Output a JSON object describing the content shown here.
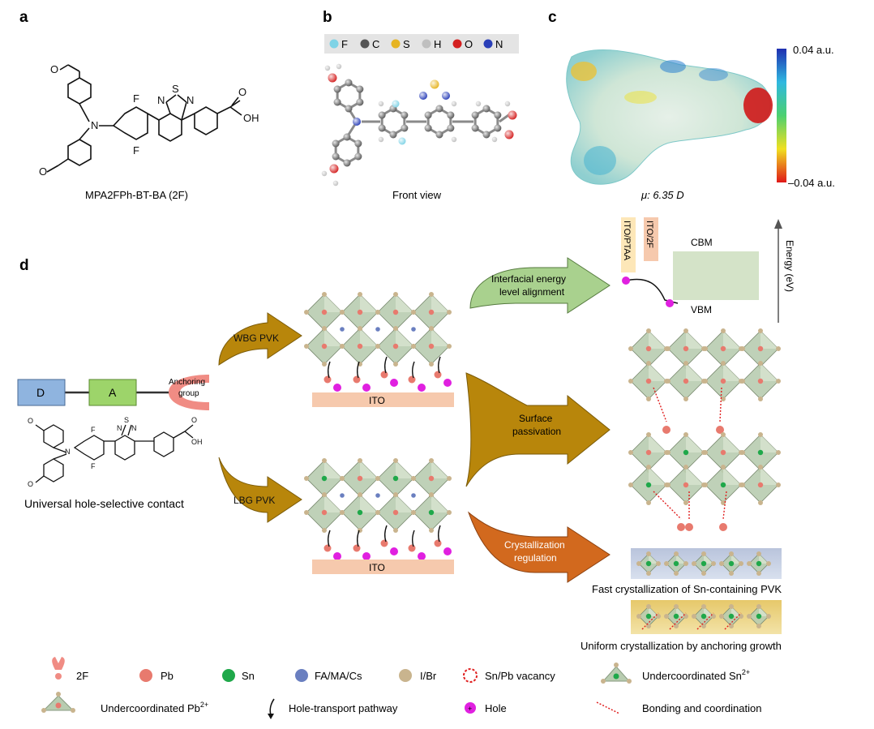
{
  "panels": {
    "a": {
      "letter": "a",
      "molecule_name": "MPA2FPh-BT-BA (2F)",
      "atom_labels": {
        "F_top": "F",
        "F_bottom": "F",
        "N_amine": "N",
        "S": "S",
        "N_left": "N",
        "N_right": "N",
        "OH": "OH",
        "O_carbonyl": "O",
        "O_methoxy_top": "O",
        "O_methoxy_bottom": "O"
      }
    },
    "b": {
      "letter": "b",
      "caption": "Front view",
      "legend": [
        {
          "symbol": "F",
          "color": "#7fd3e6"
        },
        {
          "symbol": "C",
          "color": "#555555"
        },
        {
          "symbol": "S",
          "color": "#e6b422"
        },
        {
          "symbol": "H",
          "color": "#bfbfbf"
        },
        {
          "symbol": "O",
          "color": "#d42020"
        },
        {
          "symbol": "N",
          "color": "#2a3fb8"
        }
      ]
    },
    "c": {
      "letter": "c",
      "dipole_label": "μ: 6.35 D",
      "scale_max": "0.04 a.u.",
      "scale_min": "–0.04 a.u."
    },
    "d": {
      "letter": "d",
      "donor": "D",
      "acceptor": "A",
      "anchoring": "Anchoring group",
      "universal_label": "Universal hole-selective contact",
      "wbg": "WBG PVK",
      "lbg": "LBG PVK",
      "ito": "ITO",
      "interfacial": "Interfacial energy level alignment",
      "surface": "Surface passivation",
      "crystallization": "Crystallization regulation",
      "ito_ptaa": "ITO/PTAA",
      "ito_2f": "ITO/2F",
      "cbm": "CBM",
      "vbm": "VBM",
      "energy_axis": "Energy (eV)",
      "fast_cryst": "Fast crystallization of Sn-containing PVK",
      "uniform_cryst": "Uniform crystallization by anchoring growth"
    }
  },
  "legend": {
    "items": [
      {
        "label": "2F"
      },
      {
        "label": "Pb"
      },
      {
        "label": "Sn"
      },
      {
        "label": "FA/MA/Cs"
      },
      {
        "label": "I/Br"
      },
      {
        "label": "Sn/Pb vacancy"
      },
      {
        "label": "Undercoordinated Sn",
        "sup": "2+"
      },
      {
        "label": "Undercoordinated Pb",
        "sup": "2+"
      },
      {
        "label": "Hole-transport pathway"
      },
      {
        "label": "Hole"
      },
      {
        "label": "Bonding and coordination"
      }
    ]
  },
  "colors": {
    "pb": "#e87a6e",
    "sn": "#1fa84a",
    "cation": "#6a7fc0",
    "halide": "#c9b48e",
    "hole": "#e020e0",
    "octahedron": "#b8ccb0",
    "ito": "#f6c9ad",
    "arrow_gold": "#b8860b",
    "arrow_orange": "#d2691e",
    "arrow_green": "#a9d18e",
    "donor": "#8fb4df",
    "acceptor": "#9dd46a",
    "anchor": "#f08c84"
  }
}
